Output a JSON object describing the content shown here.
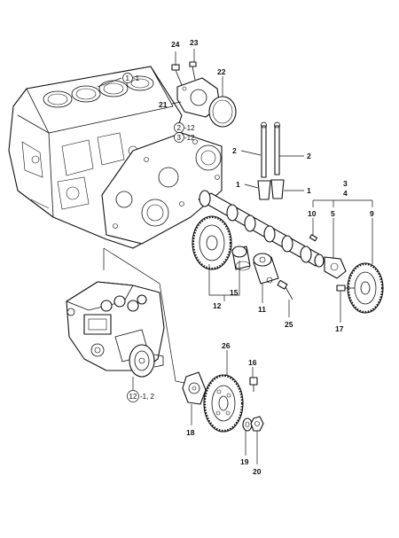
{
  "labels": {
    "n24": "24",
    "n23": "23",
    "n22": "22",
    "n21": "21",
    "n2a": "2",
    "n2b": "2",
    "n1a": "1",
    "n1b": "1",
    "n3": "3",
    "n4": "4",
    "n10": "10",
    "n5": "5",
    "n9": "9",
    "n15": "15",
    "n12": "12",
    "n11": "11",
    "n25": "25",
    "n17": "17",
    "n26": "26",
    "n16": "16",
    "n18": "18",
    "n19": "19",
    "n20": "20"
  },
  "refs": {
    "block": {
      "circle": "1",
      "suffix": "-1"
    },
    "r2": {
      "circle": "2",
      "suffix": "-12"
    },
    "r3": {
      "circle": "3",
      "suffix": "-12"
    },
    "pump": {
      "circle": "12",
      "suffix": "-1, 2"
    }
  }
}
